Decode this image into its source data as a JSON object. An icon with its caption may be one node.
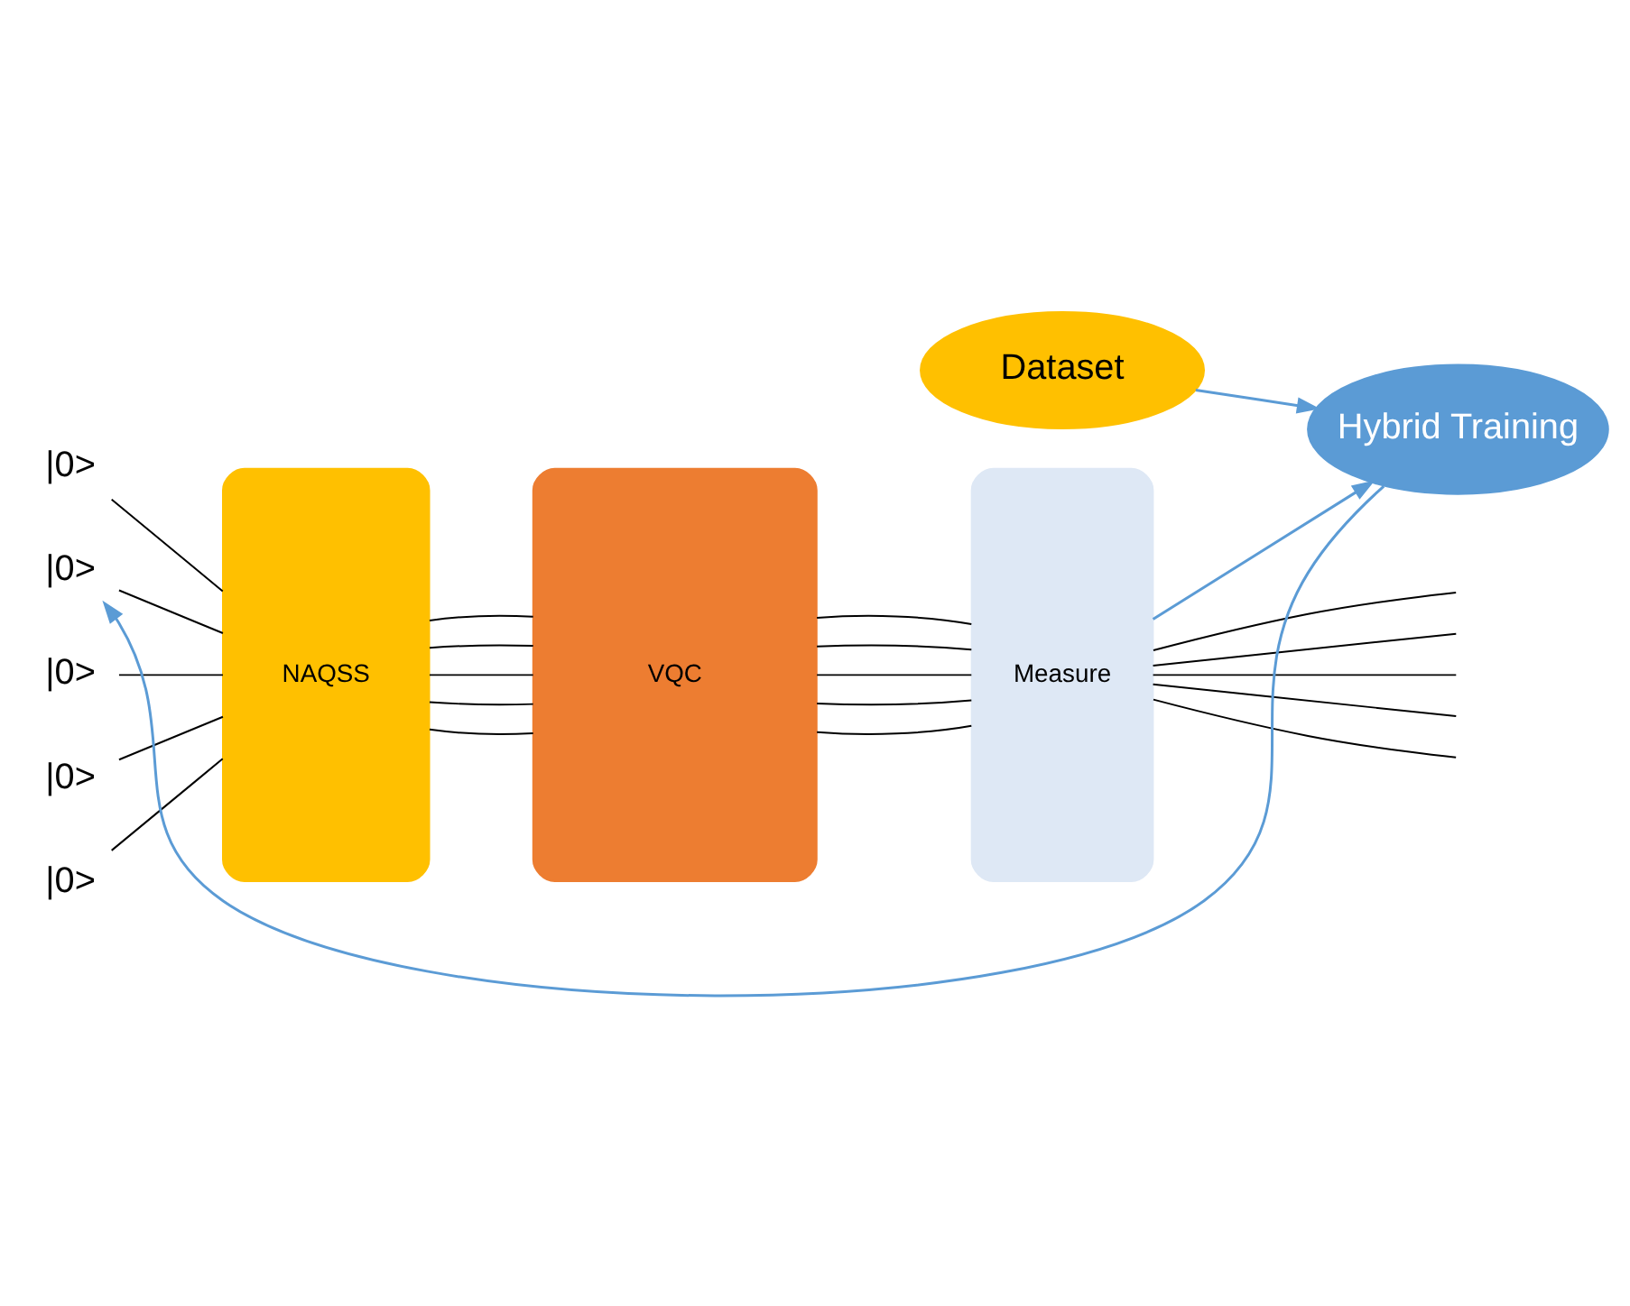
{
  "diagram": {
    "nodes": [
      {
        "text": [
          "|0>"
        ]
      },
      {
        "text": [
          "|0>"
        ]
      },
      {
        "text": [
          "|0>"
        ]
      },
      {
        "text": [
          "|0>"
        ]
      },
      {
        "text": [
          "|0>"
        ]
      },
      {
        "text": [
          "NAQSS"
        ]
      },
      {
        "text": [
          "VQC"
        ]
      },
      {
        "text": [
          "Measure"
        ]
      },
      {
        "text": [
          "Dataset"
        ]
      },
      {
        "text": [
          "Hybrid Training"
        ]
      }
    ],
    "edges": [
      {
        "from": 0,
        "to": 5,
        "arrow": "none"
      },
      {
        "from": 1,
        "to": 5,
        "arrow": "none"
      },
      {
        "from": 2,
        "to": 5,
        "arrow": "none"
      },
      {
        "from": 3,
        "to": 5,
        "arrow": "none"
      },
      {
        "from": 4,
        "to": 5,
        "arrow": "none"
      },
      {
        "from": 5,
        "to": 6,
        "arrow": "none"
      },
      {
        "from": 5,
        "to": 6,
        "arrow": "none"
      },
      {
        "from": 5,
        "to": 6,
        "arrow": "none"
      },
      {
        "from": 5,
        "to": 6,
        "arrow": "none"
      },
      {
        "from": 5,
        "to": 6,
        "arrow": "none"
      },
      {
        "from": 6,
        "to": 7,
        "arrow": "none"
      },
      {
        "from": 6,
        "to": 7,
        "arrow": "none"
      },
      {
        "from": 6,
        "to": 7,
        "arrow": "none"
      },
      {
        "from": 6,
        "to": 7,
        "arrow": "none"
      },
      {
        "from": 6,
        "to": 7,
        "arrow": "none"
      },
      {
        "from": 7,
        "to": null,
        "arrow": "none"
      },
      {
        "from": 7,
        "to": null,
        "arrow": "none"
      },
      {
        "from": 7,
        "to": null,
        "arrow": "none"
      },
      {
        "from": 7,
        "to": null,
        "arrow": "none"
      },
      {
        "from": 7,
        "to": null,
        "arrow": "none"
      },
      {
        "from": 7,
        "to": 9,
        "arrow": "to",
        "color": "#5b9bd5"
      },
      {
        "from": 8,
        "to": 9,
        "arrow": "to",
        "color": "#5b9bd5"
      },
      {
        "from": 9,
        "to": 3,
        "arrow": "to",
        "color": "#5b9bd5"
      }
    ]
  }
}
